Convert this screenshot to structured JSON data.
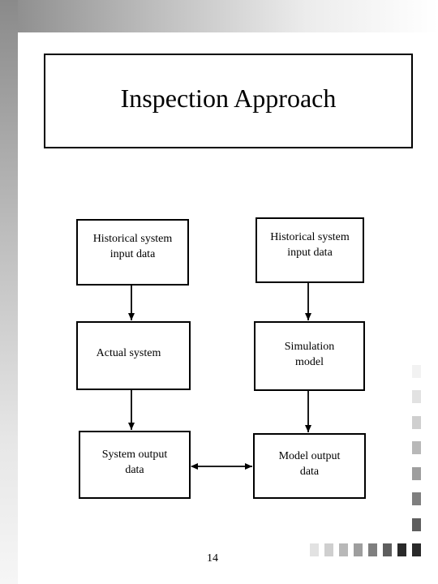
{
  "slide": {
    "title": "Inspection Approach",
    "page_number": "14"
  },
  "diagram": {
    "boxes": [
      {
        "id": "hist-input-left",
        "text": "Historical system\ninput data"
      },
      {
        "id": "hist-input-right",
        "text": "Historical system\ninput data"
      },
      {
        "id": "actual-system",
        "text": "Actual system"
      },
      {
        "id": "simulation-model",
        "text": "Simulation\nmodel"
      },
      {
        "id": "system-output",
        "text": "System output\ndata"
      },
      {
        "id": "model-output",
        "text": "Model output\ndata"
      }
    ],
    "edges": [
      {
        "from": "hist-input-left",
        "to": "actual-system",
        "type": "arrow"
      },
      {
        "from": "hist-input-right",
        "to": "simulation-model",
        "type": "arrow"
      },
      {
        "from": "actual-system",
        "to": "system-output",
        "type": "arrow"
      },
      {
        "from": "simulation-model",
        "to": "model-output",
        "type": "arrow"
      },
      {
        "from": "system-output",
        "to": "model-output",
        "type": "double-arrow"
      }
    ]
  },
  "decoration": {
    "square_colors": [
      "#f2f2f2",
      "#e2e2e2",
      "#cfcfcf",
      "#b8b8b8",
      "#9e9e9e",
      "#7f7f7f",
      "#5e5e5e",
      "#2a2a2a"
    ]
  }
}
